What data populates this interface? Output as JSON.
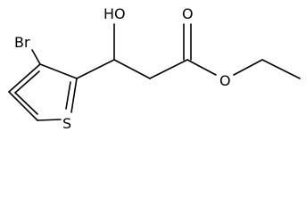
{
  "molecule": {
    "atoms": {
      "bromine": "Br",
      "hydroxyl": "HO",
      "carbonyl_oxygen": "O",
      "ester_oxygen": "O",
      "sulfur": "S"
    },
    "colors": {
      "bond": "#000000",
      "label": "#000000",
      "background": "#ffffff"
    }
  }
}
